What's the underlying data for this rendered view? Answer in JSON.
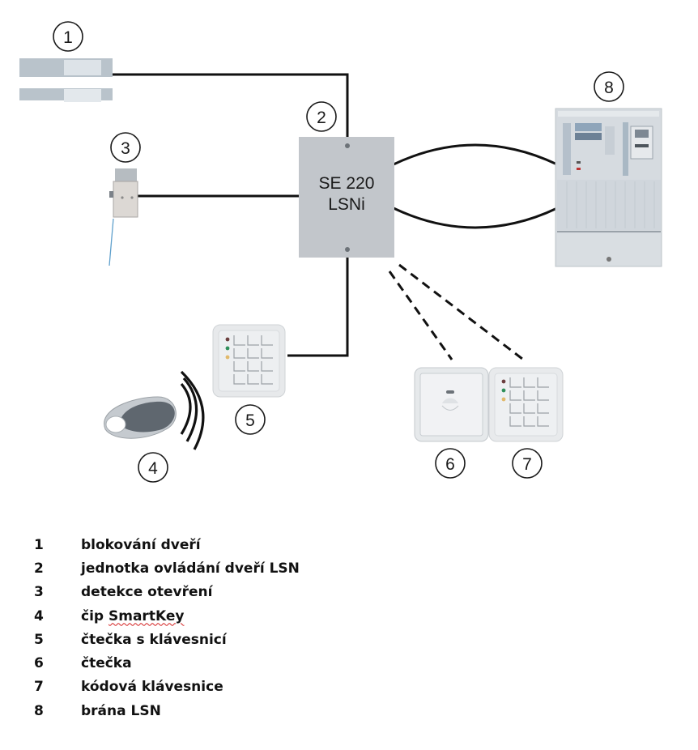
{
  "diagram": {
    "controller_label_line1": "SE 220",
    "controller_label_line2": "LSNi",
    "callouts": [
      "1",
      "2",
      "3",
      "4",
      "5",
      "6",
      "7",
      "8"
    ],
    "components": [
      {
        "id": "1",
        "name": "door-lock-magnet"
      },
      {
        "id": "2",
        "name": "door-control-unit"
      },
      {
        "id": "3",
        "name": "opening-detection-contact"
      },
      {
        "id": "4",
        "name": "smartkey-fob"
      },
      {
        "id": "5",
        "name": "keypad-reader"
      },
      {
        "id": "6",
        "name": "card-reader"
      },
      {
        "id": "7",
        "name": "code-keypad"
      },
      {
        "id": "8",
        "name": "lsn-gateway-panel"
      }
    ],
    "connections": [
      {
        "from": "1",
        "to": "2",
        "style": "solid"
      },
      {
        "from": "3",
        "to": "2",
        "style": "solid"
      },
      {
        "from": "5",
        "to": "2",
        "style": "solid"
      },
      {
        "from": "2",
        "to": "8",
        "style": "solid-loop"
      },
      {
        "from": "2",
        "to": "6",
        "style": "dashed"
      },
      {
        "from": "2",
        "to": "7",
        "style": "dashed"
      },
      {
        "from": "4",
        "to": "5",
        "style": "wireless"
      }
    ]
  },
  "legend": [
    {
      "num": "1",
      "label": "blokování dveří"
    },
    {
      "num": "2",
      "label": "jednotka ovládání dveří LSN"
    },
    {
      "num": "3",
      "label": "detekce otevření"
    },
    {
      "num": "4",
      "label_prefix": "čip ",
      "label_marked": "SmartKey"
    },
    {
      "num": "5",
      "label": "čtečka s klávesnicí"
    },
    {
      "num": "6",
      "label": "čtečka"
    },
    {
      "num": "7",
      "label": "kódová klávesnice"
    },
    {
      "num": "8",
      "label": "brána LSN"
    }
  ]
}
